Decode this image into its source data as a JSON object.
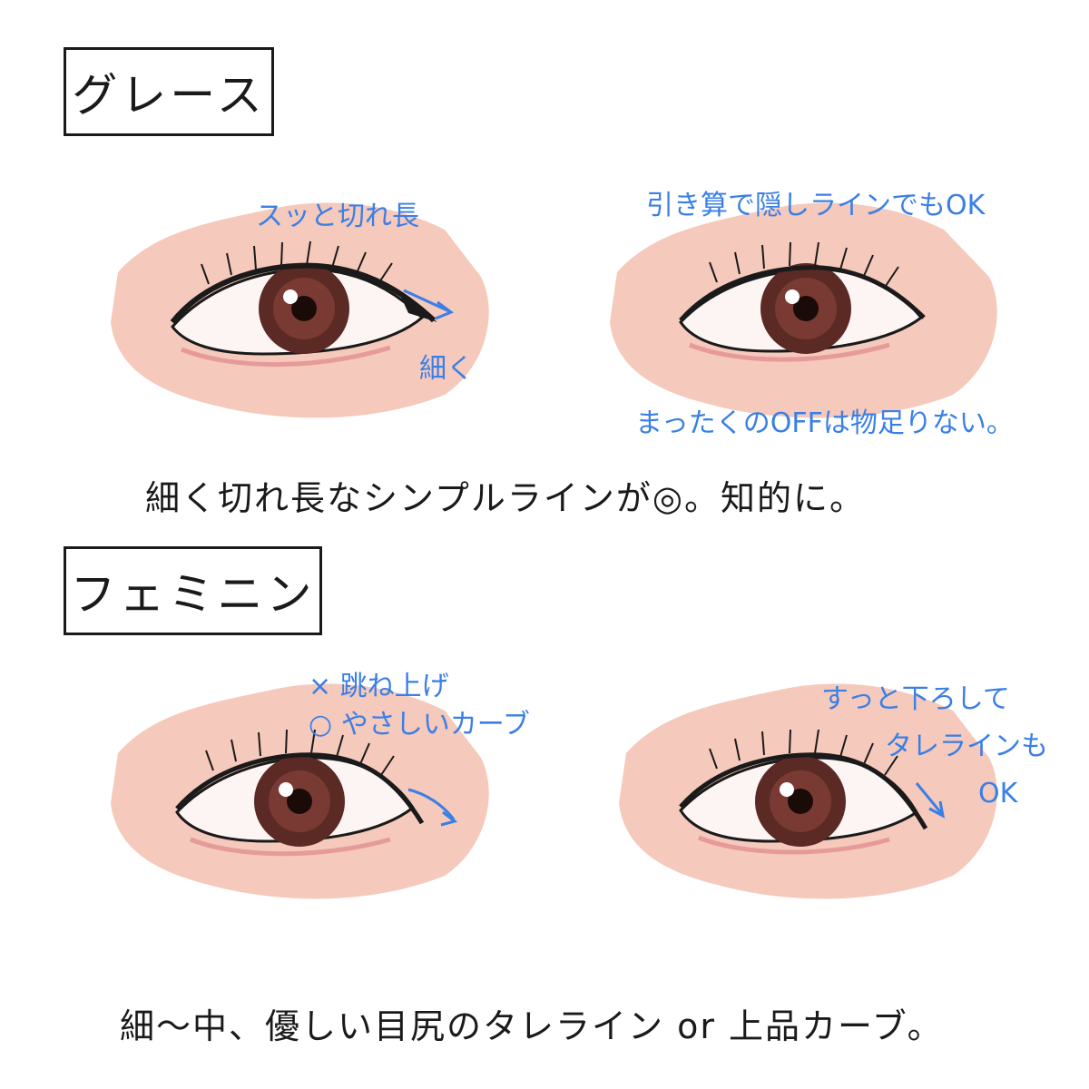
{
  "sections": [
    {
      "title": "グレース",
      "left": {
        "notes": [
          "スッと切れ長",
          "細く"
        ]
      },
      "right": {
        "notes": [
          "引き算で隠しラインでもOK",
          "まったくのOFFは物足りない。"
        ]
      },
      "caption": "細く切れ長なシンプルラインが◎。知的に。"
    },
    {
      "title": "フェミニン",
      "left": {
        "notes": [
          "× 跳ね上げ",
          "○ やさしいカーブ"
        ]
      },
      "right": {
        "notes": [
          "すっと下ろして",
          "タレラインも",
          "OK"
        ]
      },
      "caption": "細～中、優しい目尻のタレライン or 上品カーブ。"
    }
  ],
  "colors": {
    "skin": "#f5c9bb",
    "iris": "#5b2a24",
    "note_blue": "#3a7fe6",
    "ink": "#1a1a1a",
    "rim_pink": "#e69a9a"
  }
}
